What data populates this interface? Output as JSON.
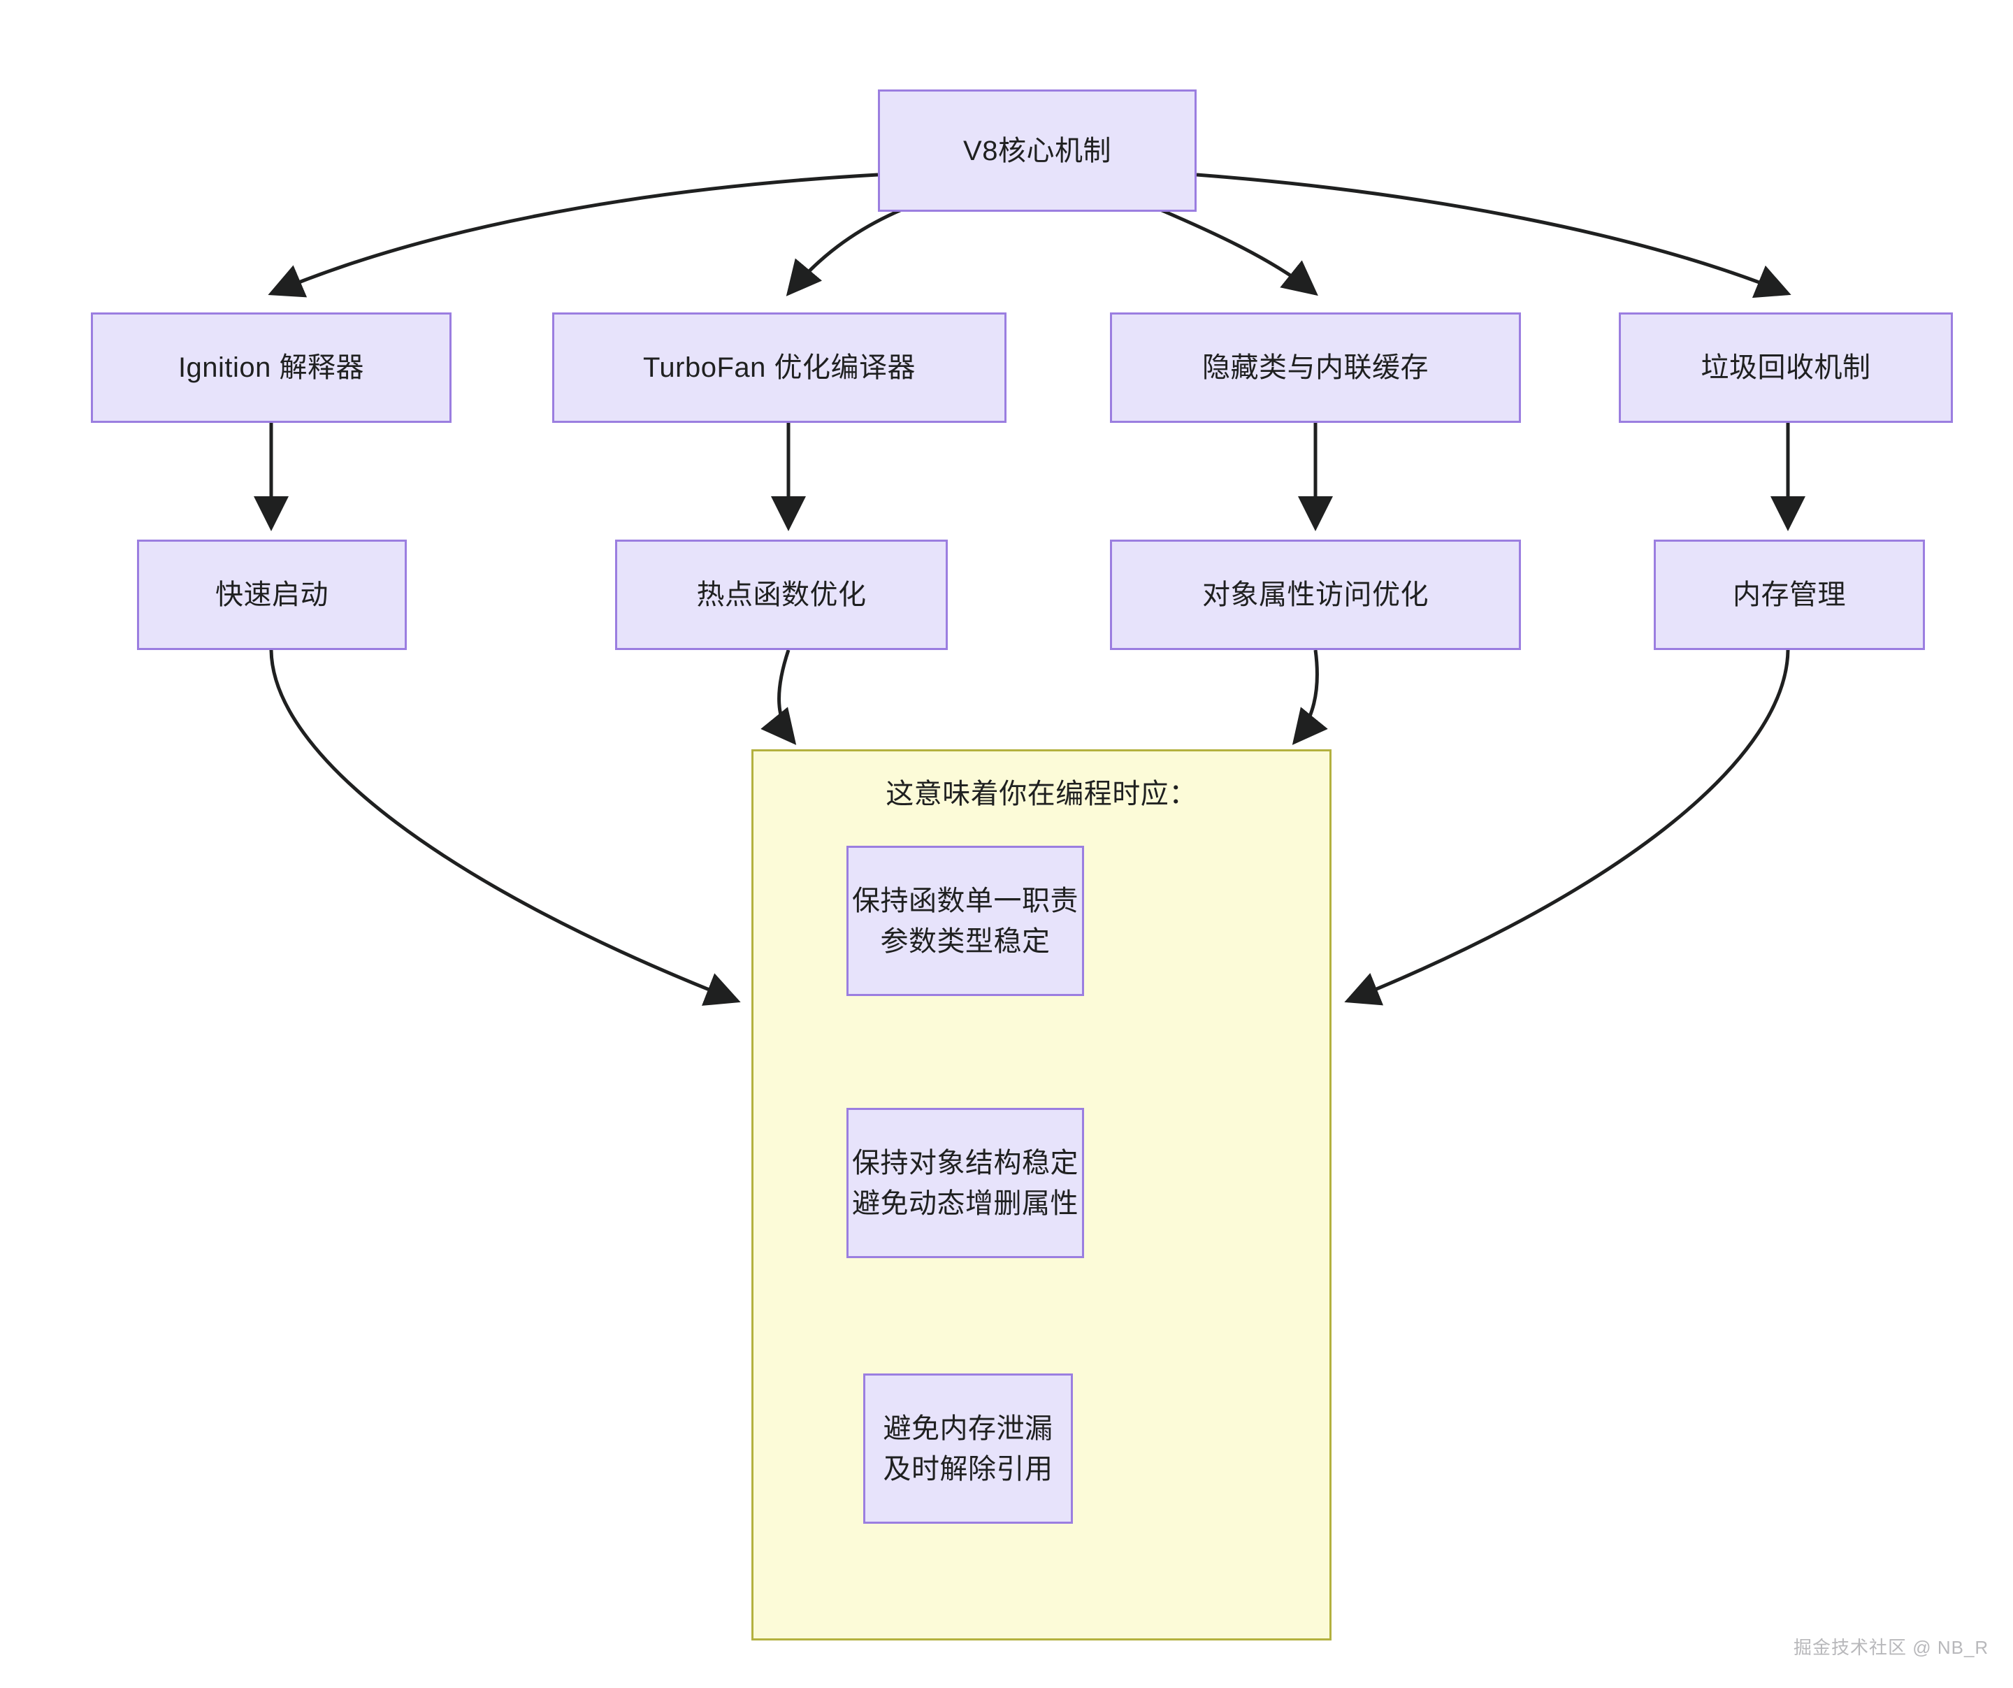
{
  "diagram": {
    "type": "flowchart",
    "direction": "top-down",
    "root": {
      "id": "root",
      "label": "V8核心机制"
    },
    "level2": [
      {
        "id": "ignition",
        "label": "Ignition 解释器"
      },
      {
        "id": "turbofan",
        "label": "TurboFan 优化编译器"
      },
      {
        "id": "hidden-class",
        "label": "隐藏类与内联缓存"
      },
      {
        "id": "gc",
        "label": "垃圾回收机制"
      }
    ],
    "level3": [
      {
        "id": "fast-start",
        "label": "快速启动"
      },
      {
        "id": "hot-func",
        "label": "热点函数优化"
      },
      {
        "id": "prop-access",
        "label": "对象属性访问优化"
      },
      {
        "id": "memory",
        "label": "内存管理"
      }
    ],
    "subgraph": {
      "id": "practice",
      "title": "这意味着你在编程时应：",
      "items": [
        {
          "id": "practice-1",
          "label": "保持函数单一职责\n参数类型稳定"
        },
        {
          "id": "practice-2",
          "label": "保持对象结构稳定\n避免动态增删属性"
        },
        {
          "id": "practice-3",
          "label": "避免内存泄漏\n及时解除引用"
        }
      ]
    },
    "edges": [
      {
        "from": "root",
        "to": "ignition"
      },
      {
        "from": "root",
        "to": "turbofan"
      },
      {
        "from": "root",
        "to": "hidden-class"
      },
      {
        "from": "root",
        "to": "gc"
      },
      {
        "from": "ignition",
        "to": "fast-start"
      },
      {
        "from": "turbofan",
        "to": "hot-func"
      },
      {
        "from": "hidden-class",
        "to": "prop-access"
      },
      {
        "from": "gc",
        "to": "memory"
      },
      {
        "from": "fast-start",
        "to": "practice"
      },
      {
        "from": "hot-func",
        "to": "practice"
      },
      {
        "from": "prop-access",
        "to": "practice"
      },
      {
        "from": "memory",
        "to": "practice"
      }
    ],
    "colors": {
      "node_fill": "#e7e3fb",
      "node_border": "#9b7ee0",
      "subgraph_fill": "#fcfbd8",
      "subgraph_border": "#b3b13f",
      "edge": "#1f2020",
      "text": "#1f2020"
    }
  },
  "watermark": {
    "text": "掘金技术社区 @ NB_R"
  }
}
